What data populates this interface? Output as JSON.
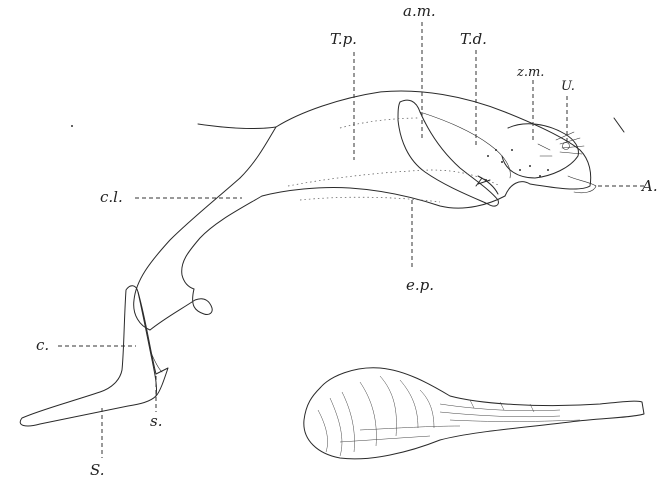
{
  "labels": {
    "tp": "T.p.",
    "am": "a.m.",
    "td": "T.d.",
    "zm": "z.m.",
    "u": "U.",
    "cl": "c.l.",
    "a": "A.",
    "ep": "e.p.",
    "c": "c.",
    "s_lower": "s.",
    "s_upper": "S."
  }
}
